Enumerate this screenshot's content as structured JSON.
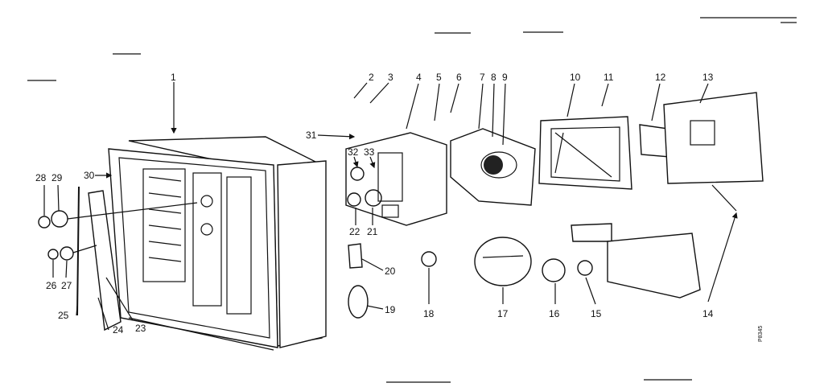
{
  "diagram": {
    "drawing_code": "P8345",
    "callouts": [
      "1",
      "2",
      "3",
      "4",
      "5",
      "6",
      "7",
      "8",
      "9",
      "10",
      "11",
      "12",
      "13",
      "14",
      "15",
      "16",
      "17",
      "18",
      "19",
      "20",
      "21",
      "22",
      "23",
      "24",
      "25",
      "26",
      "27",
      "28",
      "29",
      "30",
      "31",
      "32",
      "33"
    ]
  }
}
